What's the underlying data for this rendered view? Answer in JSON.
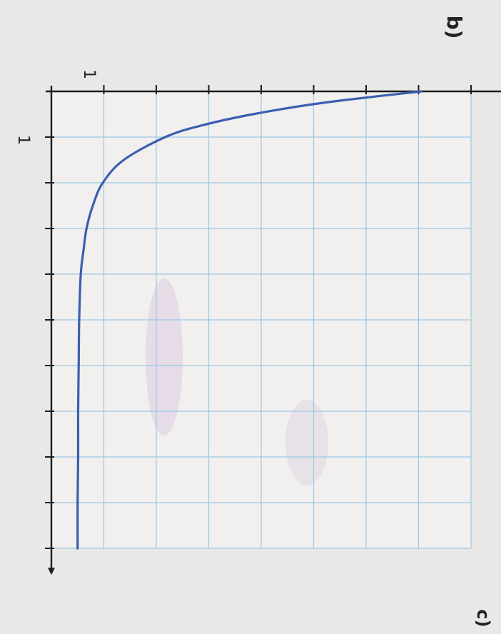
{
  "labels": {
    "part_b": "b)",
    "part_c": "c)",
    "x_tick_1": "1",
    "y_tick_1": "1"
  },
  "colors": {
    "paper": "#e9e8e6",
    "grid": "#9cc7e6",
    "axis": "#1c1c1c",
    "curve": "#3a5fb0",
    "stain": "#cdb6d9"
  },
  "chart_data": {
    "type": "line",
    "title": "",
    "xlabel": "",
    "ylabel": "",
    "grid": true,
    "legend": "none",
    "xlim": [
      0,
      10
    ],
    "ylim": [
      0,
      8
    ],
    "x_tick_labels": [
      "1"
    ],
    "y_tick_labels": [
      "1"
    ],
    "series": [
      {
        "name": "",
        "color": "#3a5fb0",
        "x": [
          0.0,
          0.25,
          0.5,
          0.75,
          1.0,
          1.5,
          2.0,
          2.5,
          3.0,
          3.5,
          4.0,
          5.0,
          6.0,
          7.0,
          8.0,
          9.0,
          10.0
        ],
        "y": [
          7.05,
          5.18,
          3.84,
          2.85,
          2.17,
          1.38,
          0.98,
          0.79,
          0.67,
          0.61,
          0.56,
          0.53,
          0.52,
          0.51,
          0.51,
          0.5,
          0.5
        ]
      }
    ]
  }
}
